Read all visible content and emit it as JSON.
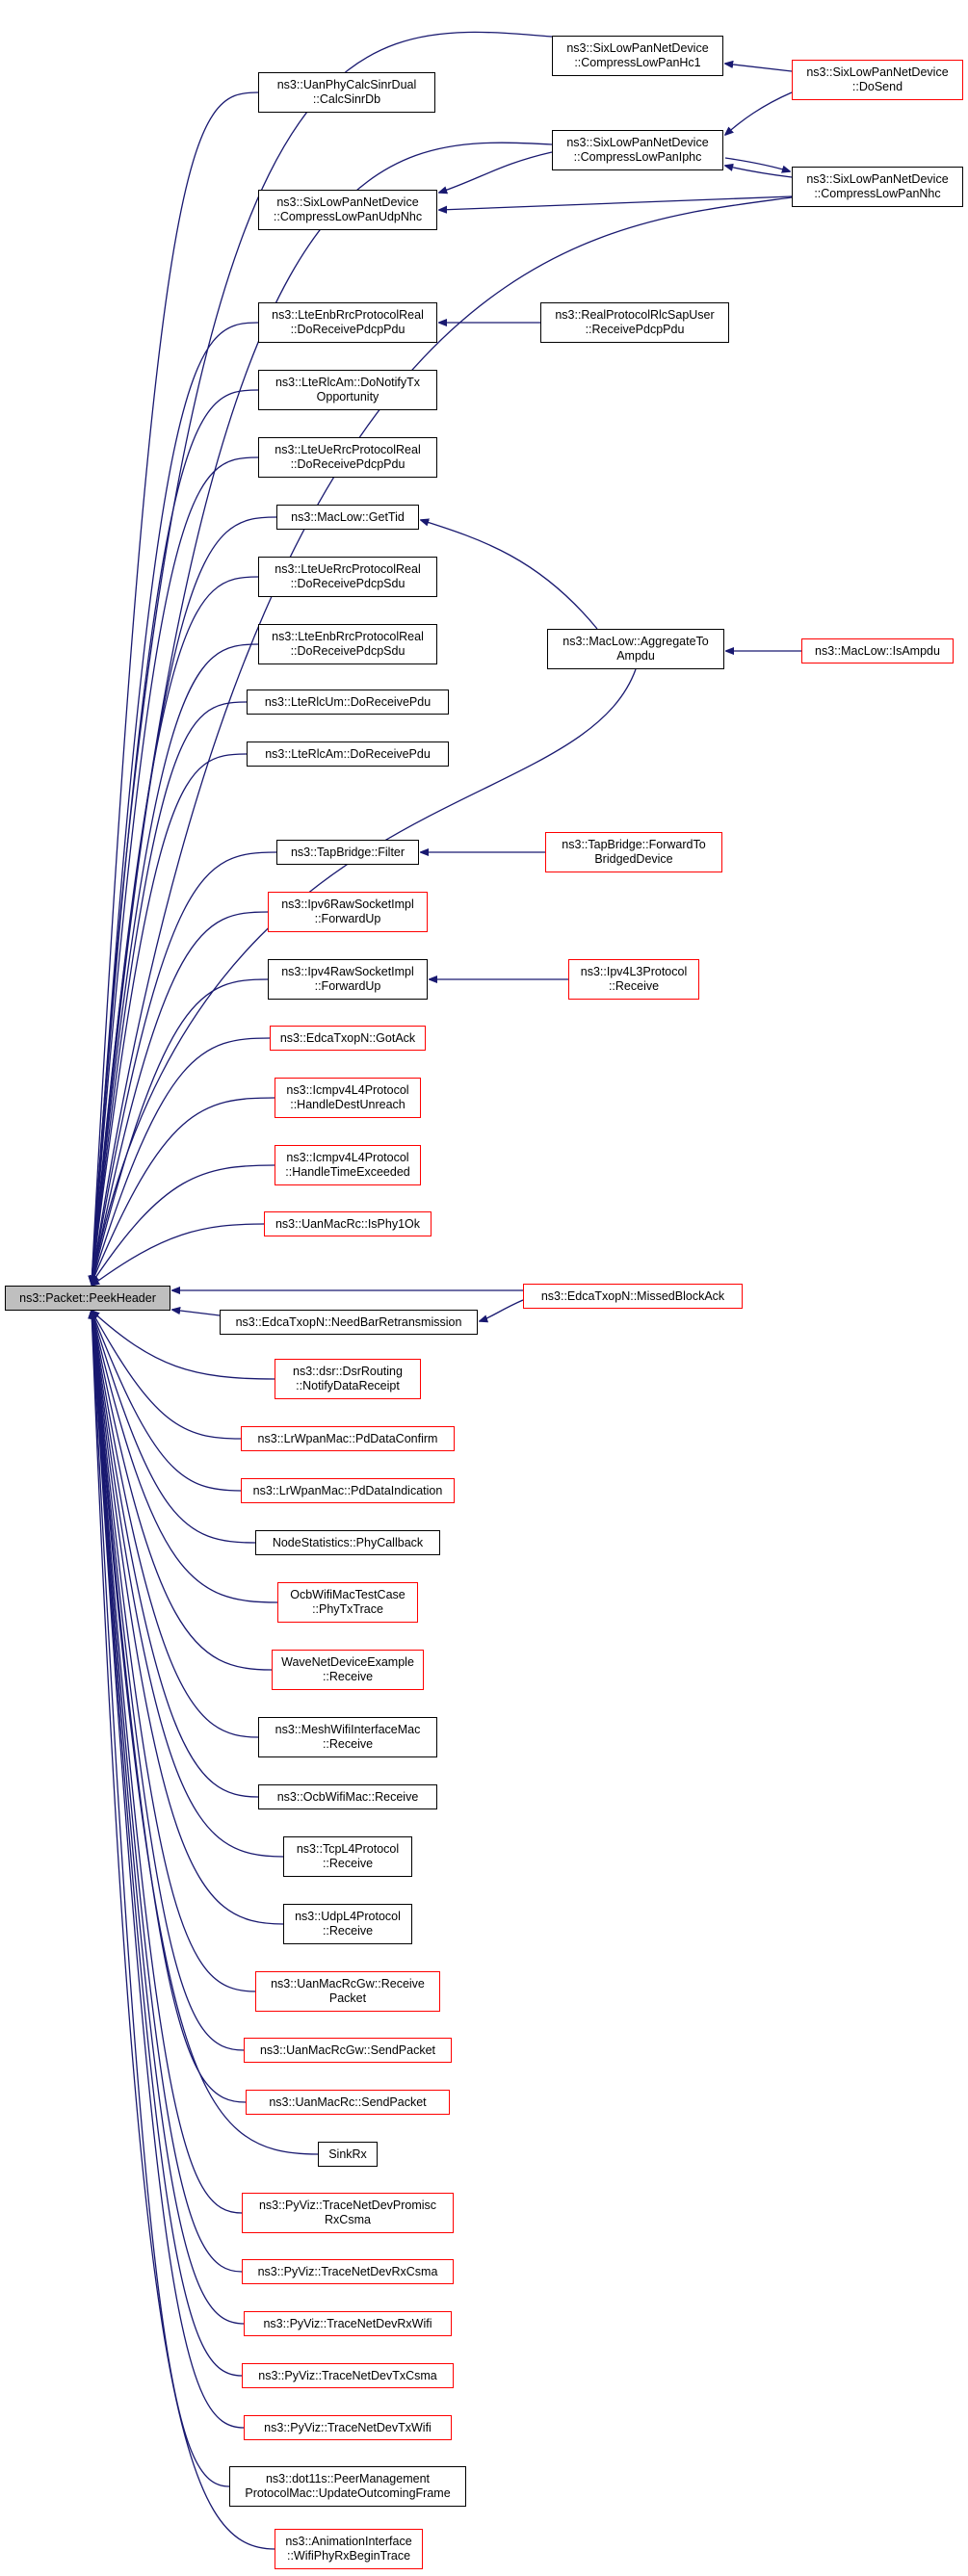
{
  "colors": {
    "edge": "#191970",
    "node_border": "#000000",
    "incomplete_border": "#ff0000",
    "root_fill": "#bfbfbf"
  },
  "nodes": [
    {
      "id": "peekheader",
      "label": "ns3::Packet::PeekHeader",
      "style": "root"
    },
    {
      "id": "cphc1",
      "label": "ns3::SixLowPanNetDevice\n::CompressLowPanHc1",
      "style": "black"
    },
    {
      "id": "dosend",
      "label": "ns3::SixLowPanNetDevice\n::DoSend",
      "style": "red"
    },
    {
      "id": "uanphycalc",
      "label": "ns3::UanPhyCalcSinrDual\n::CalcSinrDb",
      "style": "black"
    },
    {
      "id": "cplip",
      "label": "ns3::SixLowPanNetDevice\n::CompressLowPanIphc",
      "style": "black"
    },
    {
      "id": "cplnhc",
      "label": "ns3::SixLowPanNetDevice\n::CompressLowPanNhc",
      "style": "black"
    },
    {
      "id": "cpludp",
      "label": "ns3::SixLowPanNetDevice\n::CompressLowPanUdpNhc",
      "style": "black"
    },
    {
      "id": "lteenbpdcp",
      "label": "ns3::LteEnbRrcProtocolReal\n::DoReceivePdcpPdu",
      "style": "black"
    },
    {
      "id": "realproto",
      "label": "ns3::RealProtocolRlcSapUser\n::ReceivePdcpPdu",
      "style": "black"
    },
    {
      "id": "lterlcamnotify",
      "label": "ns3::LteRlcAm::DoNotifyTx\nOpportunity",
      "style": "black"
    },
    {
      "id": "lteuepdcp",
      "label": "ns3::LteUeRrcProtocolReal\n::DoReceivePdcpPdu",
      "style": "black"
    },
    {
      "id": "gettid",
      "label": "ns3::MacLow::GetTid",
      "style": "black"
    },
    {
      "id": "lteuesdu",
      "label": "ns3::LteUeRrcProtocolReal\n::DoReceivePdcpSdu",
      "style": "black"
    },
    {
      "id": "aggregate",
      "label": "ns3::MacLow::AggregateTo\nAmpdu",
      "style": "black"
    },
    {
      "id": "isampdu",
      "label": "ns3::MacLow::IsAmpdu",
      "style": "red"
    },
    {
      "id": "lteenbsdu",
      "label": "ns3::LteEnbRrcProtocolReal\n::DoReceivePdcpSdu",
      "style": "black"
    },
    {
      "id": "rlcum",
      "label": "ns3::LteRlcUm::DoReceivePdu",
      "style": "black"
    },
    {
      "id": "rlcam",
      "label": "ns3::LteRlcAm::DoReceivePdu",
      "style": "black"
    },
    {
      "id": "tapfilter",
      "label": "ns3::TapBridge::Filter",
      "style": "black"
    },
    {
      "id": "tapforward",
      "label": "ns3::TapBridge::ForwardTo\nBridgedDevice",
      "style": "red"
    },
    {
      "id": "ipv6raw",
      "label": "ns3::Ipv6RawSocketImpl\n::ForwardUp",
      "style": "red"
    },
    {
      "id": "ipv4raw",
      "label": "ns3::Ipv4RawSocketImpl\n::ForwardUp",
      "style": "black"
    },
    {
      "id": "ipv4l3",
      "label": "ns3::Ipv4L3Protocol\n::Receive",
      "style": "red"
    },
    {
      "id": "gotack",
      "label": "ns3::EdcaTxopN::GotAck",
      "style": "red"
    },
    {
      "id": "icmpdest",
      "label": "ns3::Icmpv4L4Protocol\n::HandleDestUnreach",
      "style": "red"
    },
    {
      "id": "icmptime",
      "label": "ns3::Icmpv4L4Protocol\n::HandleTimeExceeded",
      "style": "red"
    },
    {
      "id": "isphy1ok",
      "label": "ns3::UanMacRc::IsPhy1Ok",
      "style": "red"
    },
    {
      "id": "missedblock",
      "label": "ns3::EdcaTxopN::MissedBlockAck",
      "style": "red"
    },
    {
      "id": "needbar",
      "label": "ns3::EdcaTxopN::NeedBarRetransmission",
      "style": "black"
    },
    {
      "id": "dsrnotify",
      "label": "ns3::dsr::DsrRouting\n::NotifyDataReceipt",
      "style": "red"
    },
    {
      "id": "pdconfirm",
      "label": "ns3::LrWpanMac::PdDataConfirm",
      "style": "red"
    },
    {
      "id": "pdindication",
      "label": "ns3::LrWpanMac::PdDataIndication",
      "style": "red"
    },
    {
      "id": "nodestats",
      "label": "NodeStatistics::PhyCallback",
      "style": "black"
    },
    {
      "id": "ocbtest",
      "label": "OcbWifiMacTestCase\n::PhyTxTrace",
      "style": "red"
    },
    {
      "id": "waveexample",
      "label": "WaveNetDeviceExample\n::Receive",
      "style": "red"
    },
    {
      "id": "meshreceive",
      "label": "ns3::MeshWifiInterfaceMac\n::Receive",
      "style": "black"
    },
    {
      "id": "ocbreceive",
      "label": "ns3::OcbWifiMac::Receive",
      "style": "black"
    },
    {
      "id": "tcpreceive",
      "label": "ns3::TcpL4Protocol\n::Receive",
      "style": "black"
    },
    {
      "id": "udpreceive",
      "label": "ns3::UdpL4Protocol\n::Receive",
      "style": "black"
    },
    {
      "id": "uangwreceive",
      "label": "ns3::UanMacRcGw::Receive\nPacket",
      "style": "red"
    },
    {
      "id": "uangwsend",
      "label": "ns3::UanMacRcGw::SendPacket",
      "style": "red"
    },
    {
      "id": "uanrcsend",
      "label": "ns3::UanMacRc::SendPacket",
      "style": "red"
    },
    {
      "id": "sinkrx",
      "label": "SinkRx",
      "style": "black"
    },
    {
      "id": "pyprom",
      "label": "ns3::PyViz::TraceNetDevPromisc\nRxCsma",
      "style": "red"
    },
    {
      "id": "pyrxcsma",
      "label": "ns3::PyViz::TraceNetDevRxCsma",
      "style": "red"
    },
    {
      "id": "pyrxwifi",
      "label": "ns3::PyViz::TraceNetDevRxWifi",
      "style": "red"
    },
    {
      "id": "pytxcsma",
      "label": "ns3::PyViz::TraceNetDevTxCsma",
      "style": "red"
    },
    {
      "id": "pytxwifi",
      "label": "ns3::PyViz::TraceNetDevTxWifi",
      "style": "red"
    },
    {
      "id": "dot11s",
      "label": "ns3::dot11s::PeerManagement\nProtocolMac::UpdateOutcomingFrame",
      "style": "black"
    },
    {
      "id": "animation",
      "label": "ns3::AnimationInterface\n::WifiPhyRxBeginTrace",
      "style": "red"
    }
  ]
}
